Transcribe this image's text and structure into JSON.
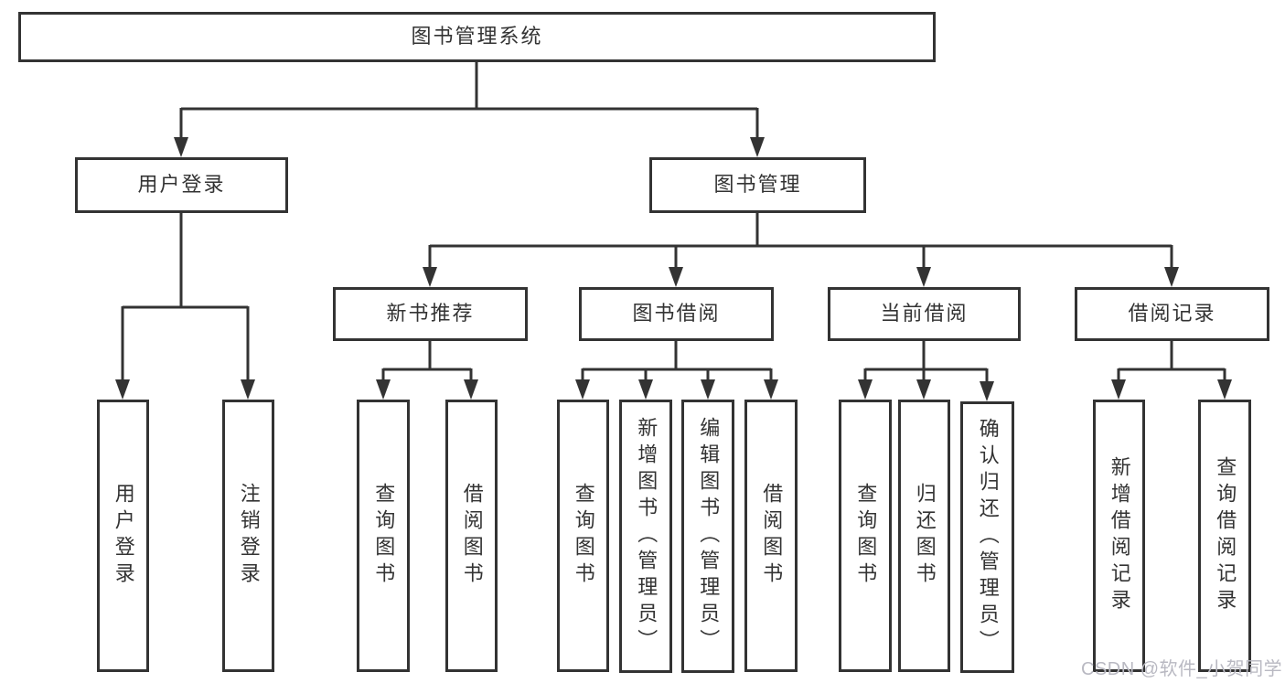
{
  "diagram": {
    "title": "图书管理系统",
    "colors": {
      "line": "#333333",
      "box_border": "#333333",
      "text": "#333333",
      "background": "#ffffff",
      "watermark_text": "#b9b9c2"
    },
    "nodes": {
      "root": "图书管理系统",
      "user_login": "用户登录",
      "book_management": "图书管理",
      "new_book_recommend": "新书推荐",
      "book_borrow": "图书借阅",
      "current_borrow": "当前借阅",
      "borrow_record": "借阅记录",
      "user_login_leaf": "用户登录",
      "logout_leaf": "注销登录",
      "nbr_query_book": "查询图书",
      "nbr_borrow_book": "借阅图书",
      "bb_query_book": "查询图书",
      "bb_add_book_admin": "新增图书（管理员）",
      "bb_edit_book_admin": "编辑图书（管理员）",
      "bb_borrow_book": "借阅图书",
      "cb_query_book": "查询图书",
      "cb_return_book": "归还图书",
      "cb_confirm_return_admin": "确认归还（管理员）",
      "br_add_record": "新增借阅记录",
      "br_query_record": "查询借阅记录"
    },
    "watermark": "CSDN @软件_小贺同学"
  }
}
